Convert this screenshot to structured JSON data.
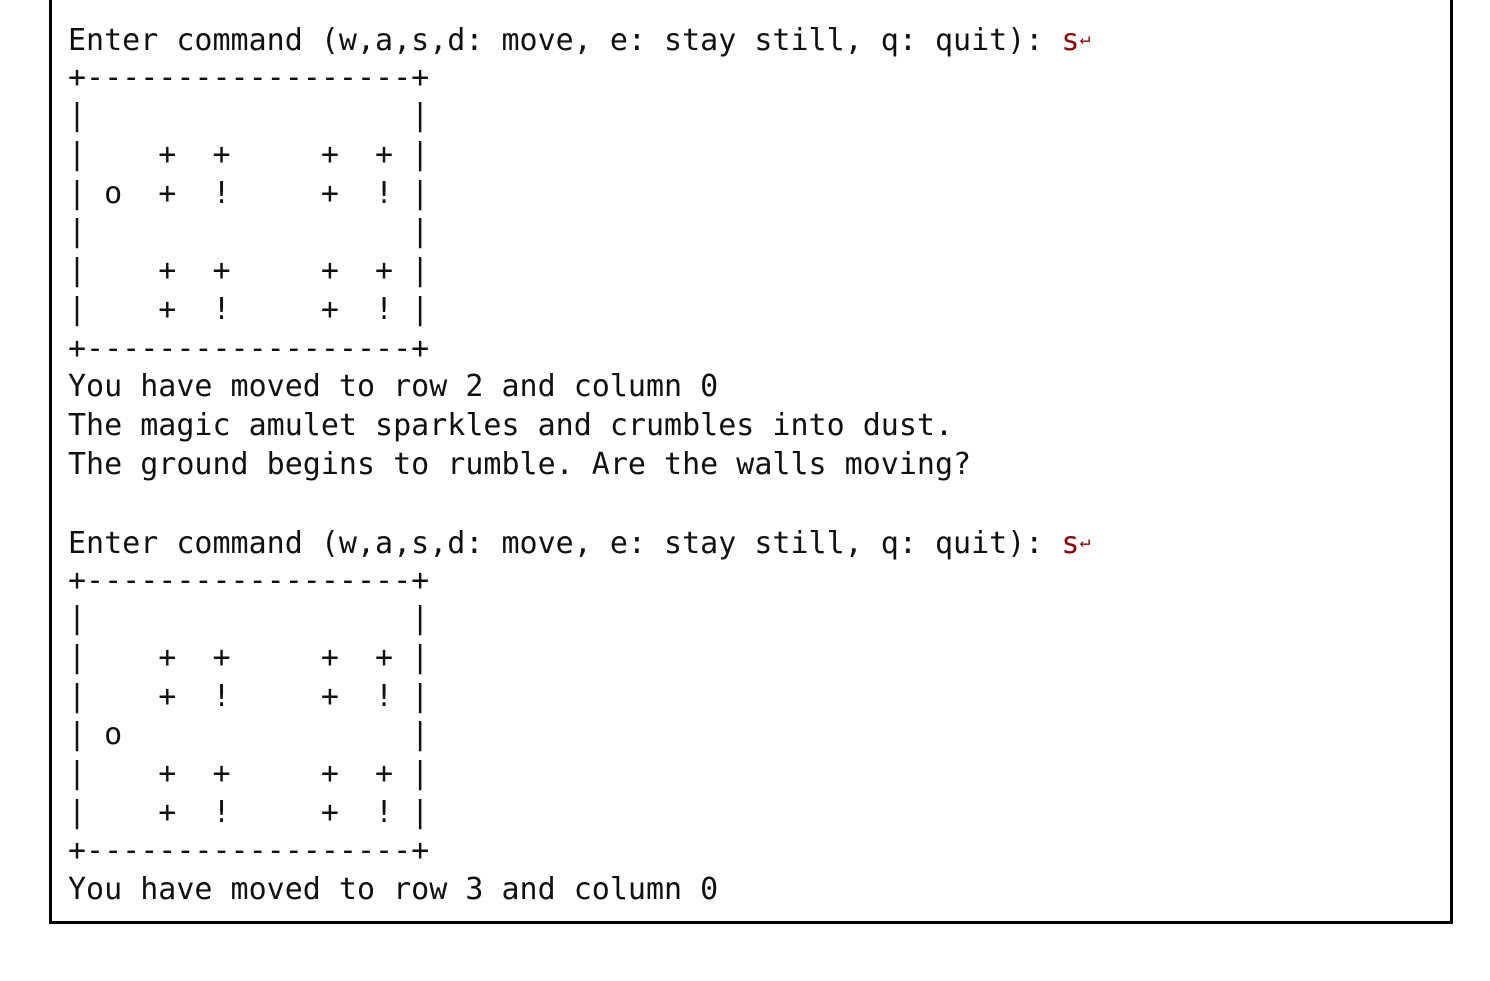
{
  "prompt": "Enter command (w,a,s,d: move, e: stay still, q: quit): ",
  "enter_symbol": "↵",
  "turn1": {
    "input": "s",
    "map": [
      "+------------------+",
      "|                  |",
      "|    +  +     +  + |",
      "| o  +  !     +  ! |",
      "|                  |",
      "|    +  +     +  + |",
      "|    +  !     +  ! |",
      "+------------------+"
    ],
    "messages": [
      "You have moved to row 2 and column 0",
      "The magic amulet sparkles and crumbles into dust.",
      "The ground begins to rumble. Are the walls moving?"
    ]
  },
  "turn2": {
    "input": "s",
    "map": [
      "+------------------+",
      "|                  |",
      "|    +  +     +  + |",
      "|    +  !     +  ! |",
      "| o                |",
      "|    +  +     +  + |",
      "|    +  !     +  ! |",
      "+------------------+"
    ],
    "messages": [
      "You have moved to row 3 and column 0"
    ]
  }
}
